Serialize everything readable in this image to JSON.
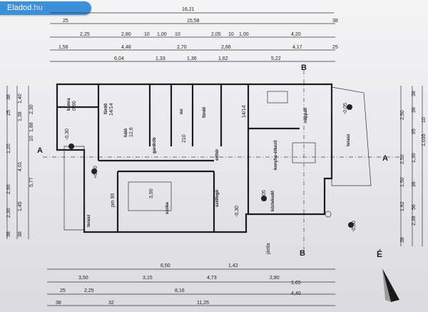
{
  "watermark": {
    "brand": "Eladod",
    "tld": ".hu"
  },
  "section_markers": [
    "A",
    "A",
    "B",
    "B"
  ],
  "north_label": "É",
  "dims_top": [
    "16,21",
    "25",
    "15,58",
    "38",
    "2,25",
    "2,80",
    "10",
    "1,00",
    "10",
    "2,05",
    "10",
    "1,00",
    "4,20",
    "1,56",
    "4,48",
    "2,70",
    "2,66",
    "4,17",
    "25",
    "6,04",
    "1,33",
    "1,36",
    "1,62",
    "5,22"
  ],
  "dims_bottom": [
    "6,50",
    "3,50",
    "3,15",
    "4,73",
    "1,42",
    "2,80",
    "8,16",
    "1,65",
    "2,25",
    "25",
    "4,40",
    "38",
    "32",
    "11,25"
  ],
  "dims_left": [
    "38",
    "25",
    "1,40",
    "1,38",
    "2,30",
    "1,88",
    "10",
    "1,20",
    "4,01",
    "5,77",
    "2,90",
    "1,45",
    "2,30",
    "38",
    "38"
  ],
  "dims_right": [
    "38",
    "2,50",
    "38",
    "10",
    "95",
    "1,035",
    "2,50",
    "1,30",
    "38",
    "1,50",
    "1,82",
    "56",
    "2,38",
    "38"
  ],
  "rooms": [
    {
      "name": "kamra",
      "area": "0,90"
    },
    {
      "name": "fürdő",
      "area": "14/14"
    },
    {
      "name": "háló",
      "area": "12,6"
    },
    {
      "name": "gardrób",
      "area": ""
    },
    {
      "name": "wc",
      "area": ""
    },
    {
      "name": "fürdő",
      "area": "14/14"
    },
    {
      "name": "előtér",
      "area": ""
    },
    {
      "name": "konyha-étkező",
      "area": ""
    },
    {
      "name": "nappali",
      "area": ""
    },
    {
      "name": "terasz",
      "area": ""
    },
    {
      "name": "szoba",
      "area": "3,90"
    },
    {
      "name": "szélfogó",
      "area": ""
    },
    {
      "name": "közlekedő",
      "area": ""
    },
    {
      "name": "terasz",
      "area": ""
    }
  ],
  "level_marks": [
    "-0,30",
    "-0,05",
    "+0,00",
    "-0,05",
    "-0,30",
    "-0,30"
  ],
  "labels": {
    "entrance": "járda",
    "door_a": "pm 90",
    "door_b": "210"
  }
}
